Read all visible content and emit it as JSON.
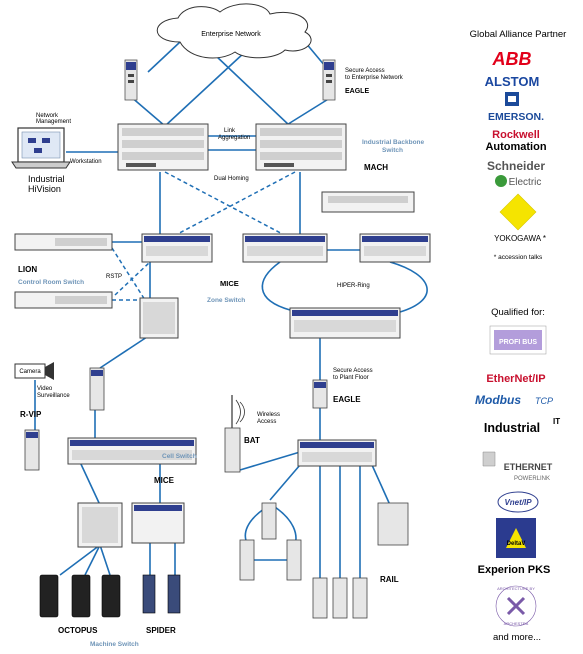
{
  "cloud": {
    "label": "Enterprise Network"
  },
  "labels": {
    "secure_access_enterprise": [
      "Secure Access",
      "to Enterprise Network"
    ],
    "eagle_top": "EAGLE",
    "network_management": [
      "Network",
      "Management"
    ],
    "workstation": "Workstation",
    "industrial_hivision": [
      "Industrial",
      "HiVision"
    ],
    "link_aggregation": [
      "Link",
      "Aggregation"
    ],
    "industrial_backbone_switch": [
      "Industrial Backbone",
      "Switch"
    ],
    "mach": "MACH",
    "dual_homing": "Dual Homing",
    "lion": "LION",
    "rstp": "RSTP",
    "control_room_switch": "Control Room Switch",
    "mice_top": "MICE",
    "zone_switch": "Zone Switch",
    "hiper_ring": "HIPER-Ring",
    "camera": "Camera",
    "video_surveillance": [
      "Video",
      "Surveillance"
    ],
    "r_vip": "R-VIP",
    "secure_access_plant": [
      "Secure Access",
      "to Plant Floor"
    ],
    "eagle_mid": "EAGLE",
    "wireless_access": [
      "Wireless",
      "Access"
    ],
    "bat": "BAT",
    "cell_switch": "Cell Switch",
    "mice_mid": "MICE",
    "rail": "RAIL",
    "octopus": "OCTOPUS",
    "spider": "SPIDER",
    "machine_switch": "Machine Switch"
  },
  "sidebar": {
    "partner_heading": "Global Alliance Partner",
    "partners": [
      "ABB",
      "ALSTOM",
      "EMERSON.",
      [
        "Rockwell",
        "Automation"
      ],
      [
        "Schneider",
        "Electric"
      ],
      "YOKOGAWA *"
    ],
    "accession_note": "* accession talks",
    "qualified_heading": "Qualified for:",
    "protocols": [
      "PROFI BUS",
      "EtherNet/IP",
      "Modbus",
      "TCP",
      "Industrial",
      "IT",
      [
        "ETHERNET",
        "POWERLINK"
      ],
      "Vnet/IP",
      "DeltaV",
      "Experion PKS",
      [
        "ARCHITECTURE BY",
        "ARCHESTRA"
      ]
    ],
    "and_more": "and more..."
  },
  "colors": {
    "link": "#1f6fb5",
    "device_blue": "#2f3f8f",
    "label_blue": "#6f95b8",
    "abb_red": "#e2001a",
    "alstom_blue": "#1a47a0",
    "emerson_blue": "#1b4a9a",
    "rockwell_red": "#c8102e",
    "schneider_green": "#3a9a3a",
    "yokogawa_yellow": "#f5e400",
    "ethernet_ip_red": "#c8102e",
    "modbus_blue": "#1e5aa8"
  }
}
